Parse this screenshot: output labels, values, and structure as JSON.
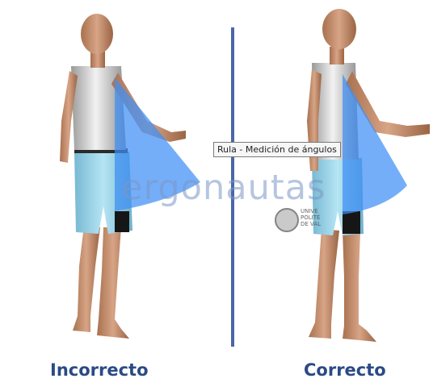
{
  "tooltip": {
    "text": "Rula - Medición de ángulos"
  },
  "watermark": {
    "brand": "ergonautas"
  },
  "university": {
    "line1": "UNIVE",
    "line2": "POLITÉ",
    "line3": "DE VAL"
  },
  "labels": {
    "incorrect": "Incorrecto",
    "correct": "Correcto"
  },
  "colors": {
    "skin": "#c48f6d",
    "shirt_left": "#e2e2e2",
    "shirt_right": "#dcdcdc",
    "shorts": "#9bd3e8",
    "shorts_dark": "#1a1a1a",
    "angle_fill": "#3f8ff5",
    "divider": "#4a67a7",
    "caption": "#2b4a85"
  }
}
